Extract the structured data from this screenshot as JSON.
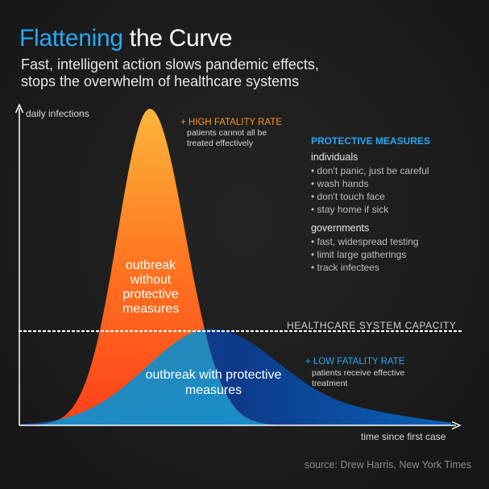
{
  "title": {
    "accent": "Flattening",
    "rest": " the Curve"
  },
  "subtitle": {
    "line1": "Fast, intelligent action slows pandemic effects,",
    "line2": "stops the overwhelm of healthcare systems"
  },
  "axes": {
    "y_label": "daily infections",
    "x_label": "time since first case"
  },
  "capacity_label": "HEALTHCARE SYSTEM CAPACITY",
  "high_fatality": {
    "title": "+ HIGH FATALITY RATE",
    "subtitle": "patients cannot all be treated effectively"
  },
  "low_fatality": {
    "title": "+ LOW FATALITY RATE",
    "subtitle": "patients receive effective treatment"
  },
  "curves": {
    "without_label": "outbreak without protective measures",
    "with_label": "outbreak with protective measures"
  },
  "protective_measures": {
    "title": "PROTECTIVE MEASURES",
    "groups": [
      {
        "name": "individuals",
        "items": [
          "• don't panic, just be careful",
          "• wash hands",
          "• don't touch face",
          "• stay home if sick"
        ]
      },
      {
        "name": "governments",
        "items": [
          "• fast, widespread testing",
          "• limit large gatherings",
          "• track infectees"
        ]
      }
    ]
  },
  "source": "source: Drew Harris, New York Times",
  "colors": {
    "accent_blue": "#2aa8f2",
    "orange_top": "#fbb03b",
    "orange_bottom": "#ff4e1a",
    "blue_curve": "#0e3d8c",
    "teal_curve": "#1f9ac6"
  }
}
